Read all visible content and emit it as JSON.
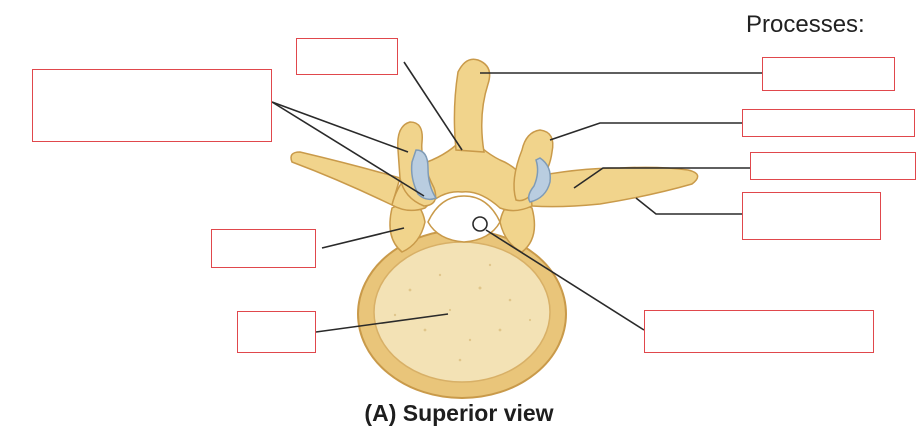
{
  "header": {
    "title": "Processes:"
  },
  "caption": "(A) Superior view",
  "colors": {
    "bone": "#f1d48c",
    "bone_shade": "#dfb464",
    "facet": "#b9cde0",
    "leader": "#2a2a2a",
    "box_border": "#e0474c"
  },
  "label_boxes": [
    {
      "id": "box-top-left-small",
      "text": ""
    },
    {
      "id": "box-left-large",
      "text": ""
    },
    {
      "id": "box-left-middle",
      "text": ""
    },
    {
      "id": "box-left-lower",
      "text": ""
    },
    {
      "id": "box-right-1",
      "text": ""
    },
    {
      "id": "box-right-2",
      "text": ""
    },
    {
      "id": "box-right-3",
      "text": ""
    },
    {
      "id": "box-right-4",
      "text": ""
    },
    {
      "id": "box-right-5",
      "text": ""
    }
  ]
}
